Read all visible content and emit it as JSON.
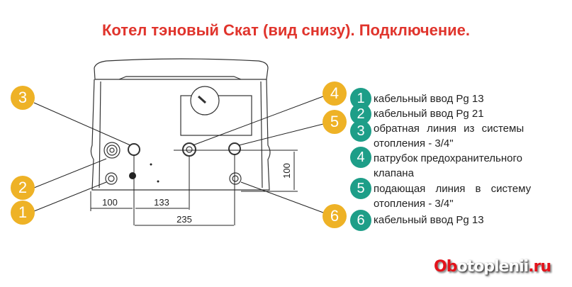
{
  "title": "Котел тэновый Скат (вид снизу). Подключение.",
  "dimensions": {
    "left": "100",
    "middle": "133",
    "total": "235",
    "height": "100"
  },
  "callouts": [
    "1",
    "2",
    "3",
    "4",
    "5",
    "6"
  ],
  "legend": [
    {
      "num": "1",
      "lines": [
        "кабельный ввод Pg 13"
      ]
    },
    {
      "num": "2",
      "lines": [
        "кабельный ввод Pg 21"
      ]
    },
    {
      "num": "3",
      "lines": [
        "обратная линия из системы",
        "отопления - 3/4\""
      ]
    },
    {
      "num": "4",
      "lines": [
        "патрубок предохранительного",
        "клапана"
      ]
    },
    {
      "num": "5",
      "lines": [
        "подающая линия в систему",
        "отопления - 3/4\""
      ]
    },
    {
      "num": "6",
      "lines": [
        "кабельный ввод Pg 13"
      ]
    }
  ],
  "logo": {
    "part1": "Ob",
    "part2": "otoplenii",
    "part3": ".ru"
  },
  "colors": {
    "title": "#e0342c",
    "callout": "#eeb226",
    "legend_badge": "#1e9e88"
  }
}
